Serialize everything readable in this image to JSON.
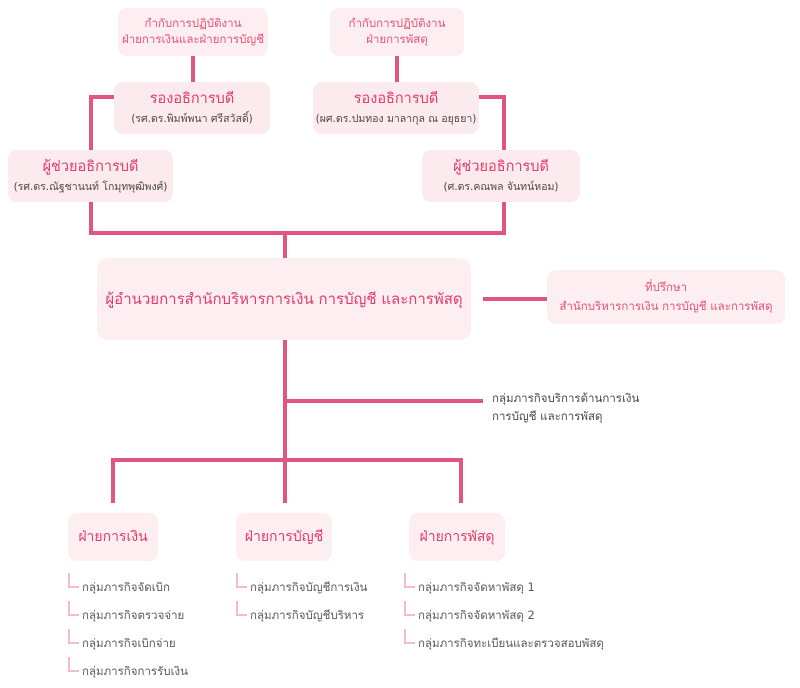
{
  "diagram": {
    "type": "organization-chart",
    "colors": {
      "box_fill": "#fbeaee",
      "box_fill_light": "#fceef1",
      "title_text": "#e23c6b",
      "title_text_light": "#e8537c",
      "body_text": "#4a4a4a",
      "connector": "#e0567e",
      "elbow": "#f3bccb",
      "background": "#ffffff"
    }
  },
  "supervision": [
    {
      "id": "sup-finance-accounting",
      "line1": "กำกับการปฏิบัติงาน",
      "line2": "ฝ่ายการเงินและฝ่ายการบัญชี"
    },
    {
      "id": "sup-procurement",
      "line1": "กำกับการปฏิบัติงาน",
      "line2": "ฝ่ายการพัสดุ"
    }
  ],
  "vice_rectors": [
    {
      "id": "vice-rector-left",
      "title": "รองอธิการบดี",
      "name": "(รศ.ดร.พิมพ์พนา ศรีสวัสดิ์)"
    },
    {
      "id": "vice-rector-right",
      "title": "รองอธิการบดี",
      "name": "(ผศ.ดร.ปมทอง มาลากุล ณ อยุธยา)"
    }
  ],
  "assistant_rectors": [
    {
      "id": "assistant-rector-left",
      "title": "ผู้ช่วยอธิการบดี",
      "name": "(รศ.ดร.ณัฐชานนท์ โกมุทพุฒิพงศ์)"
    },
    {
      "id": "assistant-rector-right",
      "title": "ผู้ช่วยอธิการบดี",
      "name": "(ศ.ดร.คณพล จันทน์หอม)"
    }
  ],
  "director": {
    "title": "ผู้อำนวยการสำนักบริหารการเงิน การบัญชี และการพัสดุ"
  },
  "advisor": {
    "line1": "ที่ปรึกษา",
    "line2": "สำนักบริหารการเงิน การบัญชี และการพัสดุ"
  },
  "service_group": {
    "line1": "กลุ่มภารกิจบริการด้านการเงิน",
    "line2": "การบัญชี และการพัสดุ"
  },
  "departments": [
    {
      "id": "dept-finance",
      "title": "ฝ่ายการเงิน",
      "units": [
        "กลุ่มภารกิจจัดเบิก",
        "กลุ่มภารกิจตรวจจ่าย",
        "กลุ่มภารกิจเบิกจ่าย",
        "กลุ่มภารกิจการรับเงิน"
      ]
    },
    {
      "id": "dept-accounting",
      "title": "ฝ่ายการบัญชี",
      "units": [
        "กลุ่มภารกิจบัญชีการเงิน",
        "กลุ่มภารกิจบัญชีบริหาร"
      ]
    },
    {
      "id": "dept-procurement",
      "title": "ฝ่ายการพัสดุ",
      "units": [
        "กลุ่มภารกิจจัดหาพัสดุ 1",
        "กลุ่มภารกิจจัดหาพัสดุ 2",
        "กลุ่มภารกิจทะเบียนและตรวจสอบพัสดุ"
      ]
    }
  ]
}
